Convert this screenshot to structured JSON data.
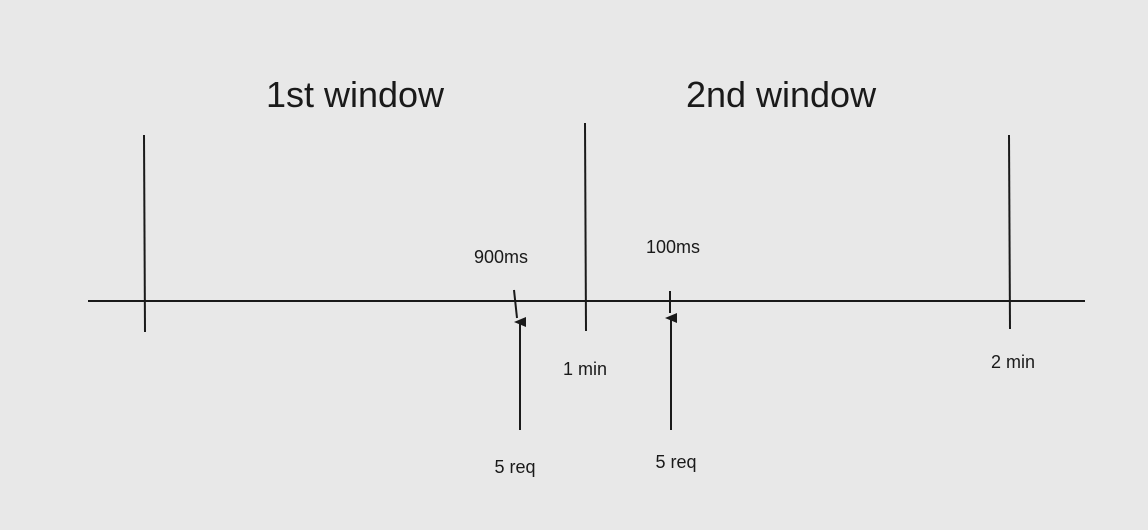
{
  "windows": {
    "first_title": "1st window",
    "second_title": "2nd window"
  },
  "ticks": {
    "one_min": "1 min",
    "two_min": "2 min"
  },
  "events": {
    "first_time": "900ms",
    "second_time": "100ms",
    "first_requests": "5 req",
    "second_requests": "5 req"
  },
  "colors": {
    "background": "#e8e8e8",
    "ink": "#1a1a1a"
  }
}
